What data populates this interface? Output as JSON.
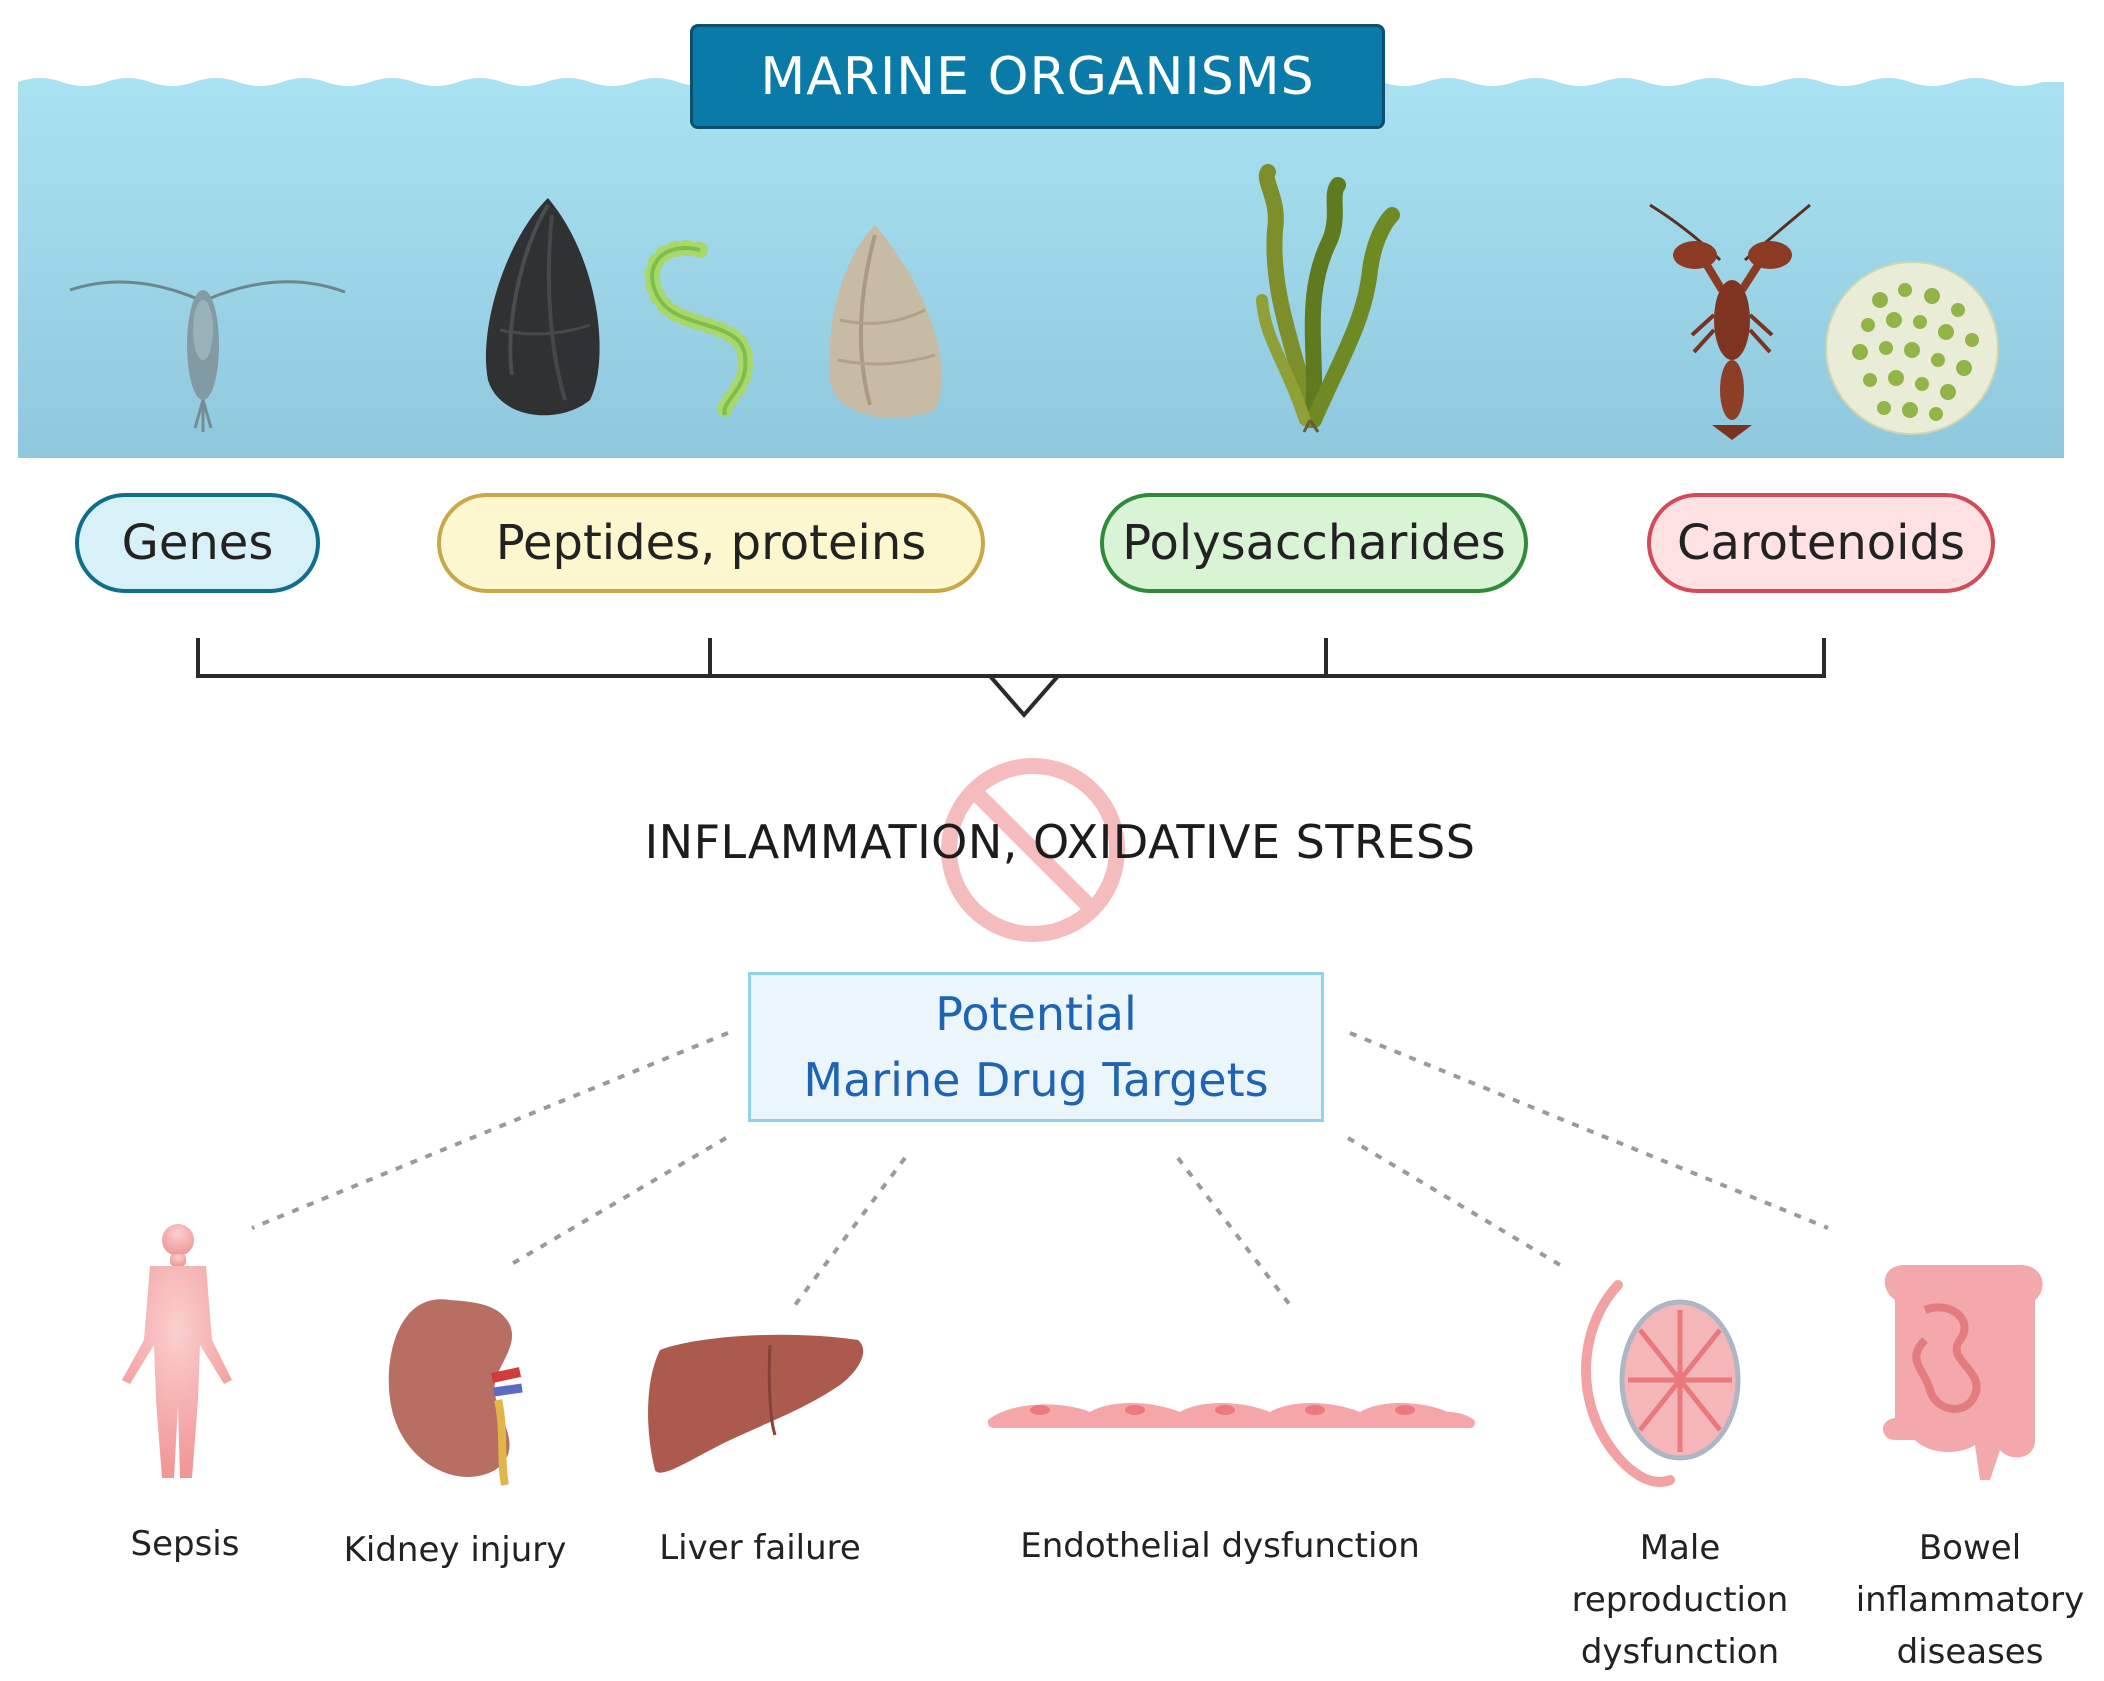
{
  "header": {
    "title": "MARINE ORGANISMS"
  },
  "compounds": [
    {
      "label": "Genes",
      "color": "#0e6e8c"
    },
    {
      "label": "Peptides, proteins",
      "color": "#c9a84a"
    },
    {
      "label": "Polysaccharides",
      "color": "#2e8b3a"
    },
    {
      "label": "Carotenoids",
      "color": "#d24b58"
    }
  ],
  "stress": {
    "label": "INFLAMMATION, OXIDATIVE STRESS"
  },
  "targets": {
    "line1": "Potential",
    "line2": "Marine Drug Targets"
  },
  "conditions": {
    "sepsis": "Sepsis",
    "kidney": "Kidney injury",
    "liver": "Liver failure",
    "endothelial": "Endothelial dysfunction",
    "male": {
      "line1": "Male",
      "line2": "reproduction",
      "line3": "dysfunction"
    },
    "bowel": {
      "line1": "Bowel",
      "line2": "inflammatory",
      "line3": "diseases"
    }
  },
  "icons": [
    "krill-icon",
    "mussel-icon",
    "spirulina-icon",
    "oyster-icon",
    "seaweed-icon",
    "lobster-icon",
    "microalgae-icon",
    "prohibition-icon",
    "human-body-icon",
    "kidney-icon",
    "liver-icon",
    "endothelial-cells-icon",
    "testis-icon",
    "intestine-icon"
  ],
  "colors": {
    "water": "#a5dfee",
    "title_bg": "#0a7aa8",
    "target_text": "#1e63b4",
    "prohibition": "#f4b1b3"
  }
}
